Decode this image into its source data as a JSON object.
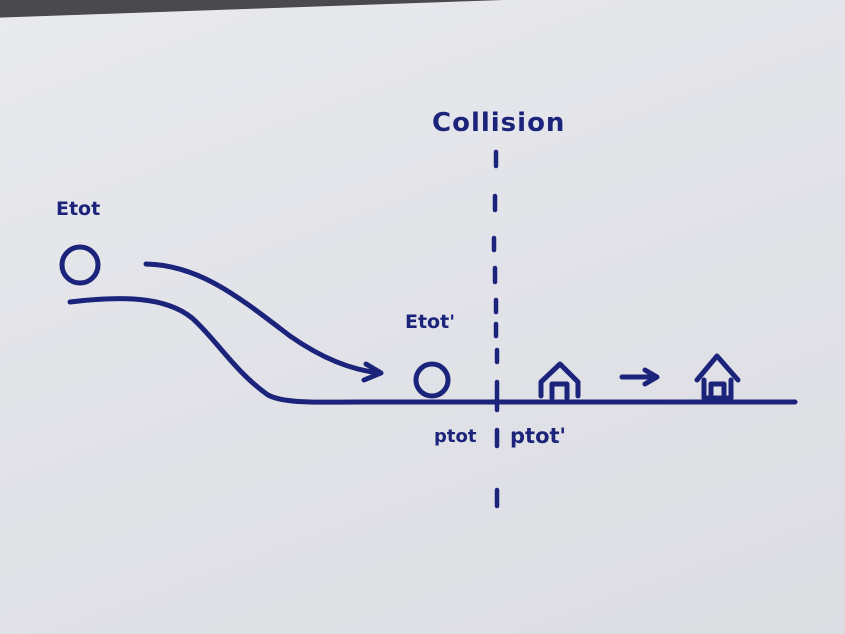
{
  "labels": {
    "collision": "Collision",
    "etot_before": "Etot",
    "etot_after": "Etot'",
    "ptot_before": "ptot",
    "ptot_after": "ptot'"
  },
  "colors": {
    "ink": "#1b237a",
    "paper": "#e4e5ea"
  },
  "icons": [
    "ball-icon",
    "house-icon",
    "arrow-right-icon"
  ]
}
